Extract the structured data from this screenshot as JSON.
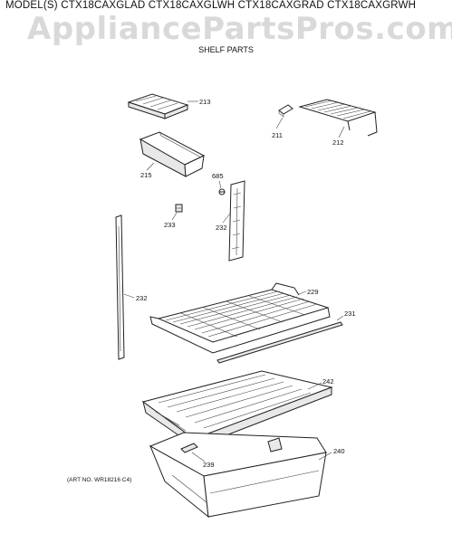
{
  "header": {
    "models": "MODEL(S) CTX18CAXGLAD  CTX18CAXGLWH  CTX18CAXGRAD  CTX18CAXGRWH",
    "watermark": "AppliancePartsPros.com",
    "subtitle": "SHELF PARTS"
  },
  "footer": {
    "art_no": "(ART NO. WR18216 C4)"
  },
  "parts": {
    "p213": "213",
    "p211": "211",
    "p212": "212",
    "p215": "215",
    "p685": "685",
    "p233": "233",
    "p232a": "232",
    "p232b": "232",
    "p229": "229",
    "p231": "231",
    "p242": "242",
    "p239": "239",
    "p240": "240"
  }
}
